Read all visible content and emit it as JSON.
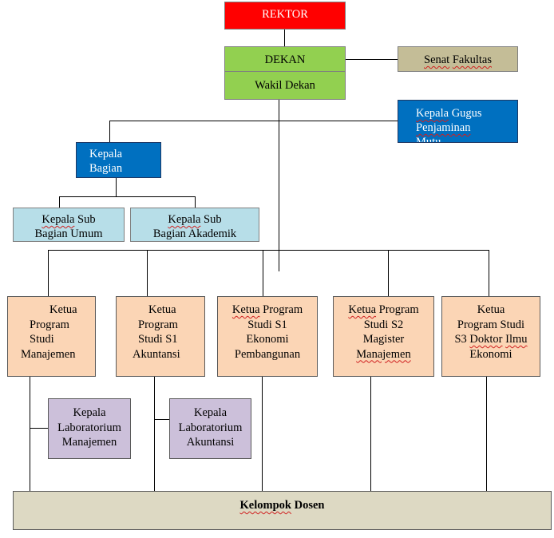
{
  "nodes": {
    "rektor": "REKTOR",
    "dekan": "DEKAN",
    "wakil_dekan": "Wakil Dekan",
    "senat": {
      "part1": "Senat",
      "part2": "Fakultas"
    },
    "gugus": {
      "part1": "Kepala",
      "part2": "Gugus",
      "line2": "Penjaminan",
      "line3": "Mutu"
    },
    "kepala_bagian": {
      "line1": "Kepala",
      "line2": "Bagian"
    },
    "sub_umum": {
      "part1": "Kepala",
      "part2": "Sub",
      "line2": "Bagian Umum"
    },
    "sub_akademik": {
      "part1": "Kepala",
      "part2": "Sub",
      "line2": "Bagian Akademik"
    },
    "prodi_manajemen": {
      "line1": "Ketua",
      "line2": "Program",
      "line3": "Studi",
      "line4": "Manajemen"
    },
    "prodi_akuntansi": {
      "line1": "Ketua",
      "line2": "Program",
      "line3": "Studi S1",
      "line4": "Akuntansi"
    },
    "prodi_ekonomi": {
      "part1": "Ketua",
      "part2": "Program",
      "line2": "Studi S1",
      "line3": "Ekonomi",
      "line4": "Pembangunan"
    },
    "prodi_magister": {
      "part1": "Ketua",
      "part2": "Program",
      "line2": "Studi S2",
      "line3": "Magister",
      "line4": "Manajemen"
    },
    "prodi_doktor": {
      "line1": "Ketua",
      "line2": "Program Studi",
      "line3a": "S3",
      "line3b": "Doktor",
      "line3c": "Ilmu",
      "line4": "Ekonomi"
    },
    "lab_manajemen": {
      "line1": "Kepala",
      "line2": "Laboratorium",
      "line3": "Manajemen"
    },
    "lab_akuntansi": {
      "line1": "Kepala",
      "line2": "Laboratorium",
      "line3": "Akuntansi"
    },
    "kelompok_dosen": {
      "part1": "Kelompok",
      "part2": "Dosen"
    }
  },
  "colors": {
    "rektor": "#ff0000",
    "dekan": "#92d050",
    "senat": "#c4bd97",
    "blue": "#0070c0",
    "sub_bagian": "#b7dee8",
    "prodi": "#fbd5b5",
    "lab": "#ccc0da",
    "dosen": "#ddd9c3"
  }
}
